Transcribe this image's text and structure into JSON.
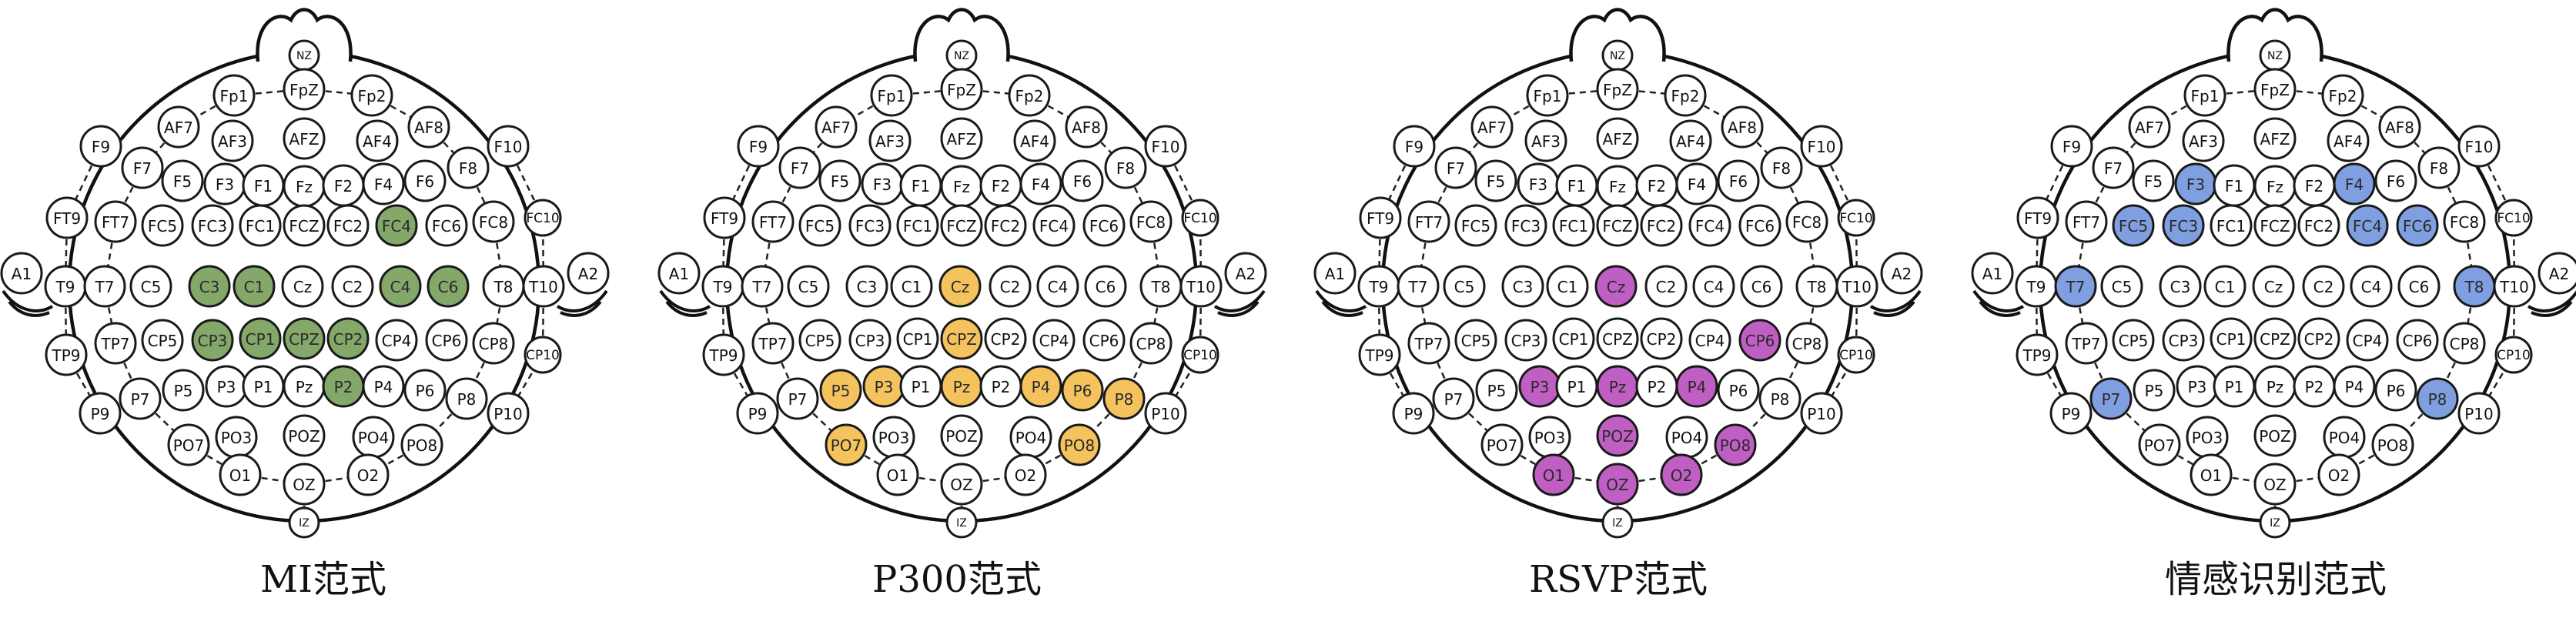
{
  "electrodes": [
    "NZ",
    "Fp1",
    "FpZ",
    "Fp2",
    "AF7",
    "AF3",
    "AFZ",
    "AF4",
    "AF8",
    "F9",
    "F7",
    "F5",
    "F3",
    "F1",
    "Fz",
    "F2",
    "F4",
    "F6",
    "F8",
    "F10",
    "FT9",
    "FT7",
    "FC5",
    "FC3",
    "FC1",
    "FCZ",
    "FC2",
    "FC4",
    "FC6",
    "FC8",
    "FC10",
    "A1",
    "T9",
    "T7",
    "C5",
    "C3",
    "C1",
    "Cz",
    "C2",
    "C4",
    "C6",
    "T8",
    "T10",
    "A2",
    "TP9",
    "TP7",
    "CP5",
    "CP3",
    "CP1",
    "CPZ",
    "CP2",
    "CP4",
    "CP6",
    "CP8",
    "CP10",
    "P9",
    "P7",
    "P5",
    "P3",
    "P1",
    "Pz",
    "P2",
    "P4",
    "P6",
    "P8",
    "P10",
    "PO7",
    "PO3",
    "POZ",
    "PO4",
    "PO8",
    "O1",
    "OZ",
    "O2",
    "IZ"
  ],
  "panels": [
    {
      "caption": "MI范式",
      "highlight_color": "#83a86a",
      "highlighted": [
        "FC4",
        "C3",
        "C1",
        "C4",
        "C6",
        "CP3",
        "CP1",
        "CPZ",
        "CP2",
        "P2"
      ]
    },
    {
      "caption": "P300范式",
      "highlight_color": "#f5c35e",
      "highlighted": [
        "Cz",
        "CPZ",
        "P5",
        "P3",
        "Pz",
        "P4",
        "P6",
        "P8",
        "PO7",
        "PO8"
      ]
    },
    {
      "caption": "RSVP范式",
      "highlight_color": "#c05fc3",
      "highlighted": [
        "Cz",
        "CP6",
        "P3",
        "Pz",
        "P4",
        "POZ",
        "PO8",
        "O1",
        "OZ",
        "O2"
      ]
    },
    {
      "caption": "情感识别范式",
      "highlight_color": "#7f9fe0",
      "highlighted": [
        "F3",
        "F4",
        "FC5",
        "FC3",
        "FC4",
        "FC6",
        "T7",
        "T8",
        "P7",
        "P8"
      ]
    }
  ]
}
